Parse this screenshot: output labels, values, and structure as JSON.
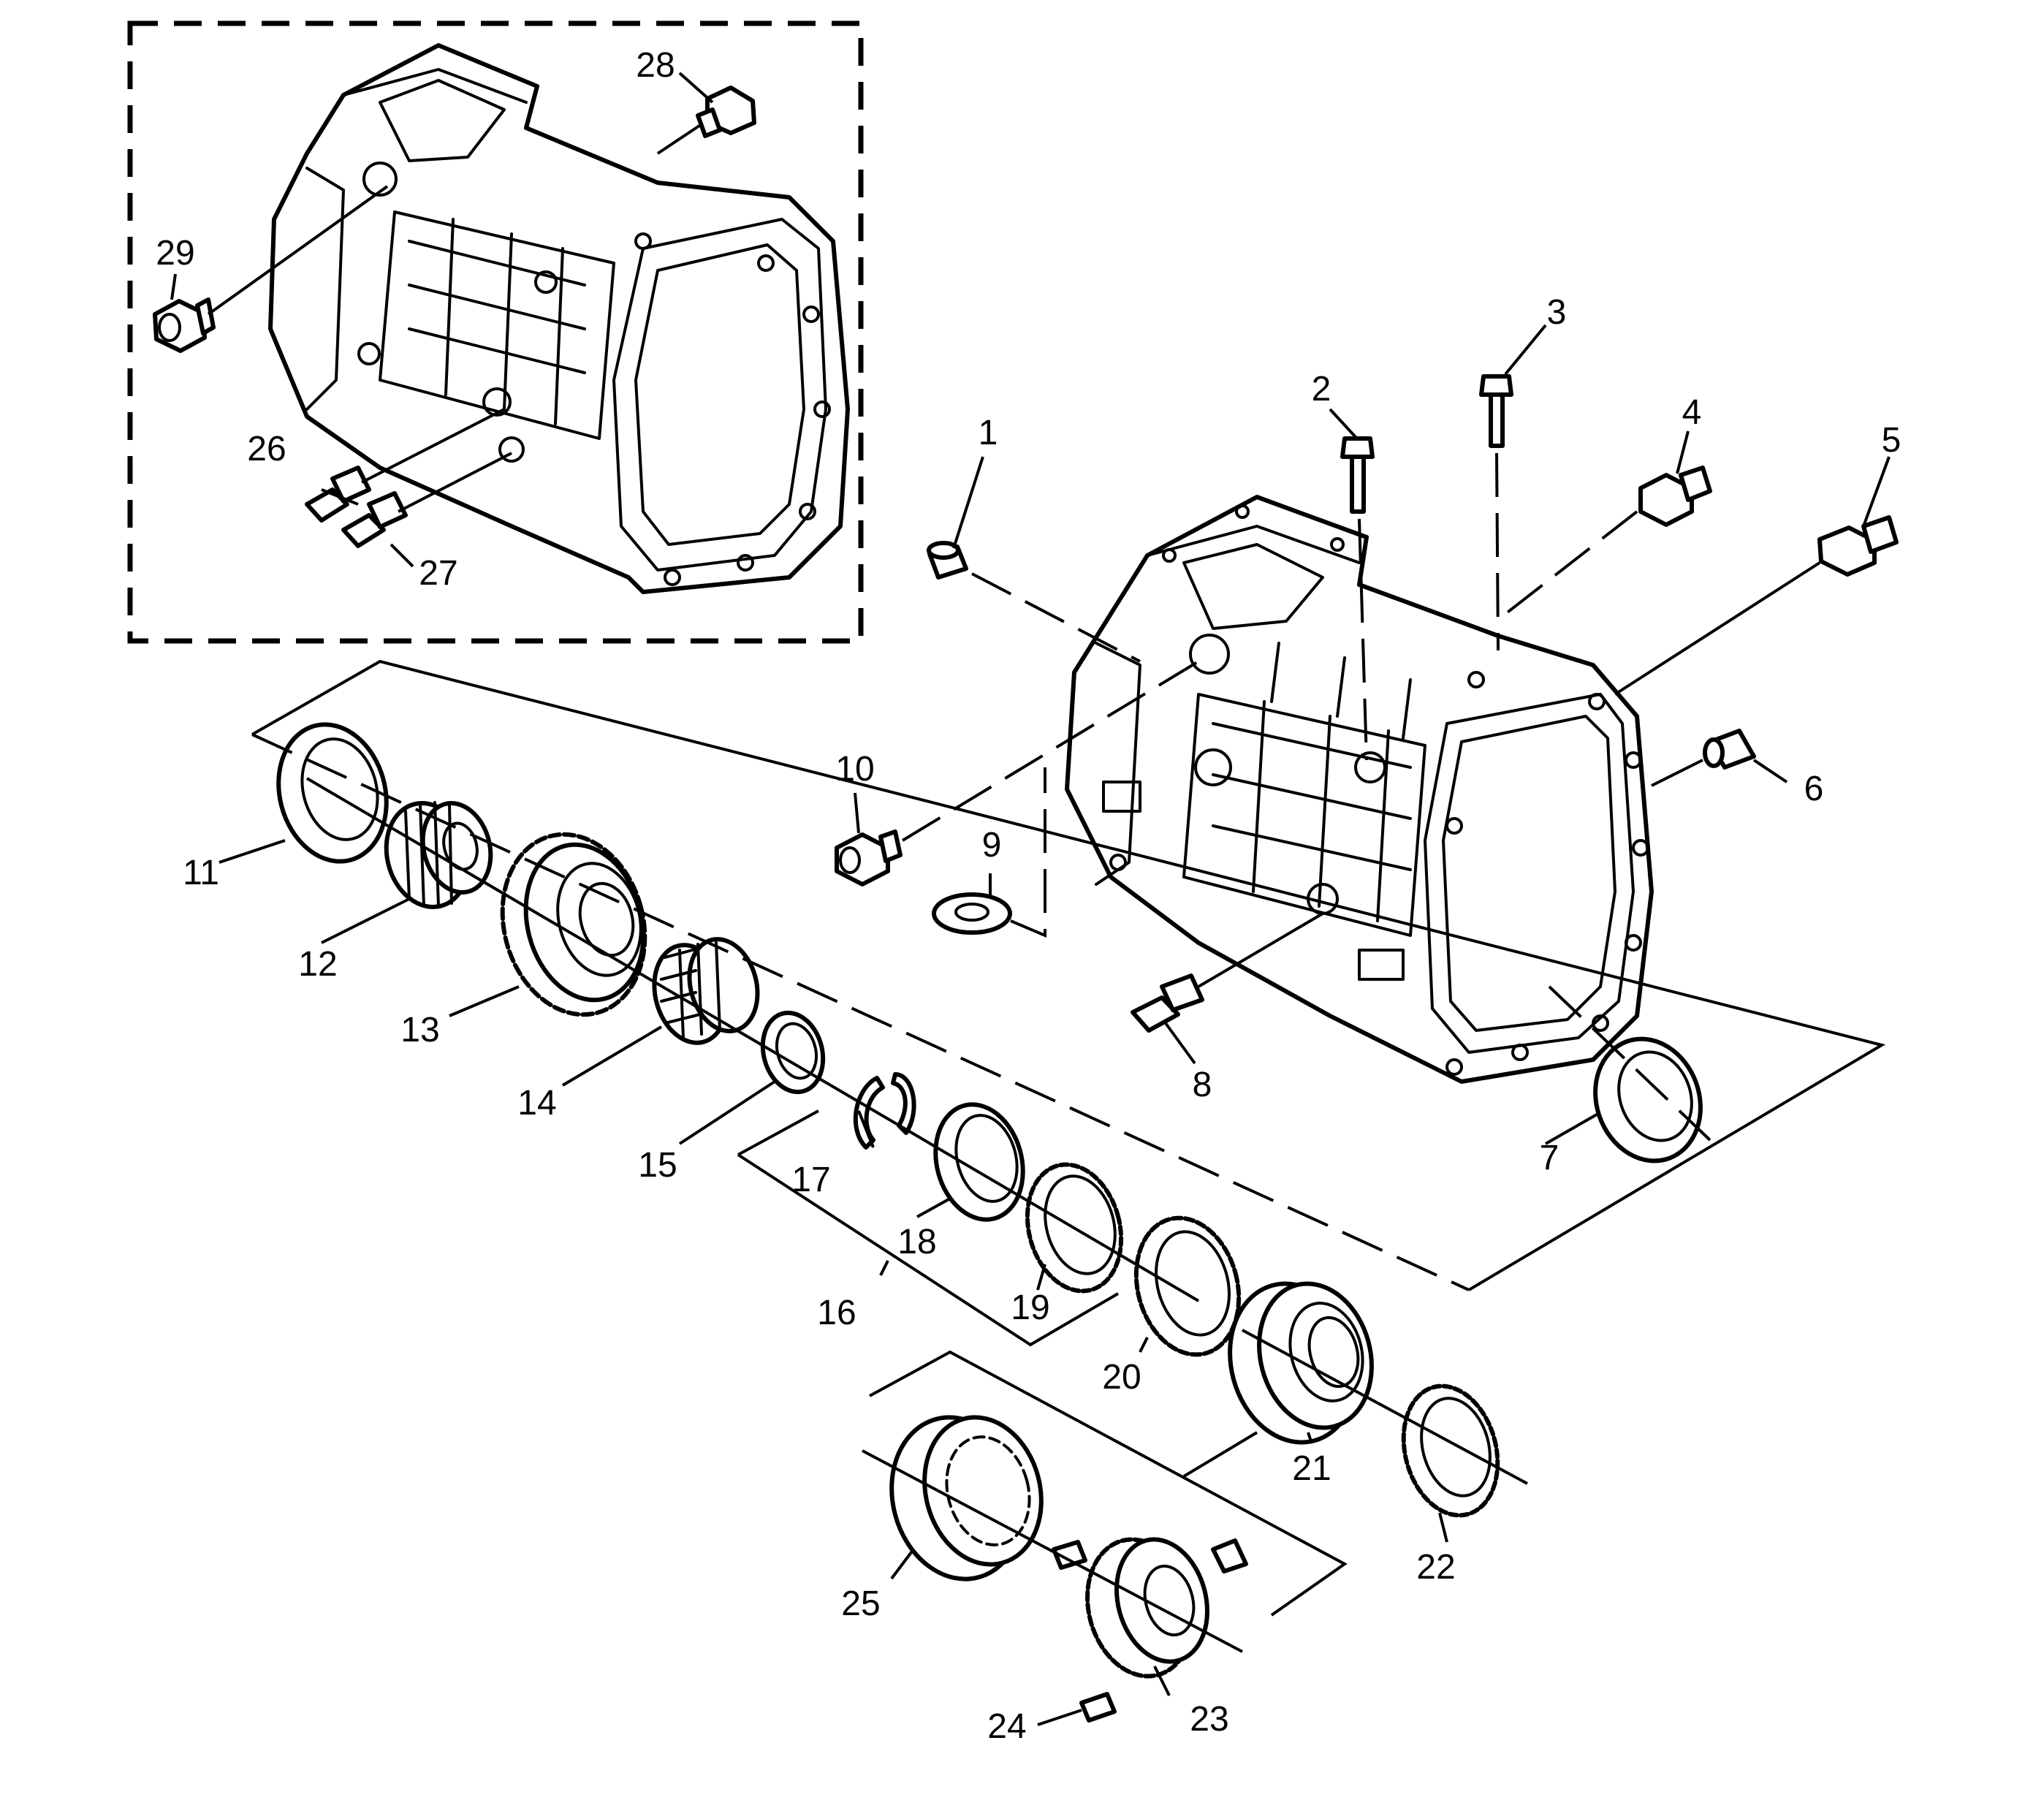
{
  "callouts": [
    {
      "id": "1",
      "label": "1"
    },
    {
      "id": "2",
      "label": "2"
    },
    {
      "id": "3",
      "label": "3"
    },
    {
      "id": "4",
      "label": "4"
    },
    {
      "id": "5",
      "label": "5"
    },
    {
      "id": "6",
      "label": "6"
    },
    {
      "id": "7",
      "label": "7"
    },
    {
      "id": "8",
      "label": "8"
    },
    {
      "id": "9",
      "label": "9"
    },
    {
      "id": "10",
      "label": "10"
    },
    {
      "id": "11",
      "label": "11"
    },
    {
      "id": "12",
      "label": "12"
    },
    {
      "id": "13",
      "label": "13"
    },
    {
      "id": "14",
      "label": "14"
    },
    {
      "id": "15",
      "label": "15"
    },
    {
      "id": "16",
      "label": "16"
    },
    {
      "id": "17",
      "label": "17"
    },
    {
      "id": "18",
      "label": "18"
    },
    {
      "id": "19",
      "label": "19"
    },
    {
      "id": "20",
      "label": "20"
    },
    {
      "id": "21",
      "label": "21"
    },
    {
      "id": "22",
      "label": "22"
    },
    {
      "id": "23",
      "label": "23"
    },
    {
      "id": "24",
      "label": "24"
    },
    {
      "id": "25",
      "label": "25"
    },
    {
      "id": "26",
      "label": "26"
    },
    {
      "id": "27",
      "label": "27"
    },
    {
      "id": "28",
      "label": "28"
    },
    {
      "id": "29",
      "label": "29"
    }
  ],
  "colors": {
    "ink": "#000000",
    "paper": "#ffffff"
  }
}
